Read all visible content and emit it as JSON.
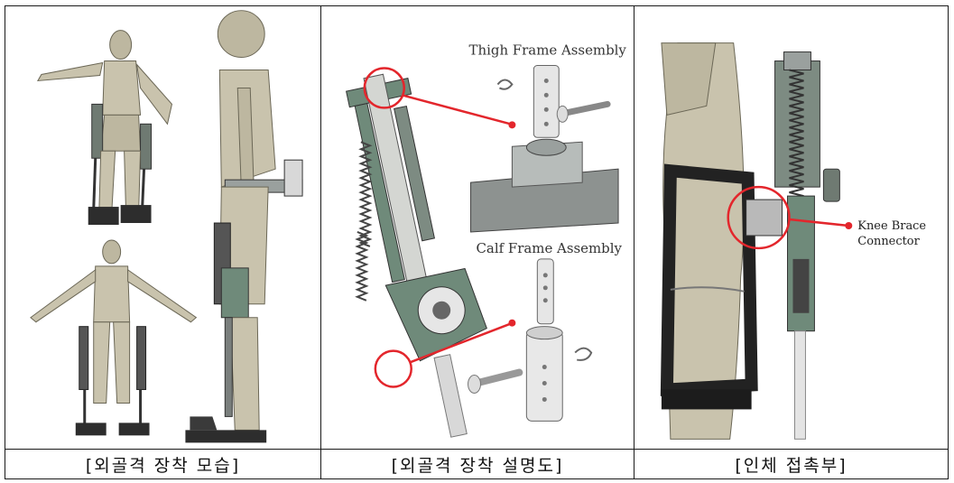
{
  "panels": [
    {
      "caption": "[외골격 장착 모습]",
      "illustration": "exoskeleton-on-human-model"
    },
    {
      "caption": "[외골격 장착 설명도]",
      "illustration": "exploded-assembly-view",
      "callouts": {
        "thigh": "Thigh Frame Assembly",
        "calf": "Calf Frame Assembly"
      }
    },
    {
      "caption": "[인체 접촉부]",
      "illustration": "knee-brace-closeup",
      "callouts": {
        "connector_line1": "Knee Brace",
        "connector_line2": "Connector"
      }
    }
  ],
  "colors": {
    "body": "#c9c3ad",
    "metal": "#9aa09e",
    "green_plate": "#6f8a7a",
    "spring": "#444444",
    "callout_red": "#e3262c"
  }
}
